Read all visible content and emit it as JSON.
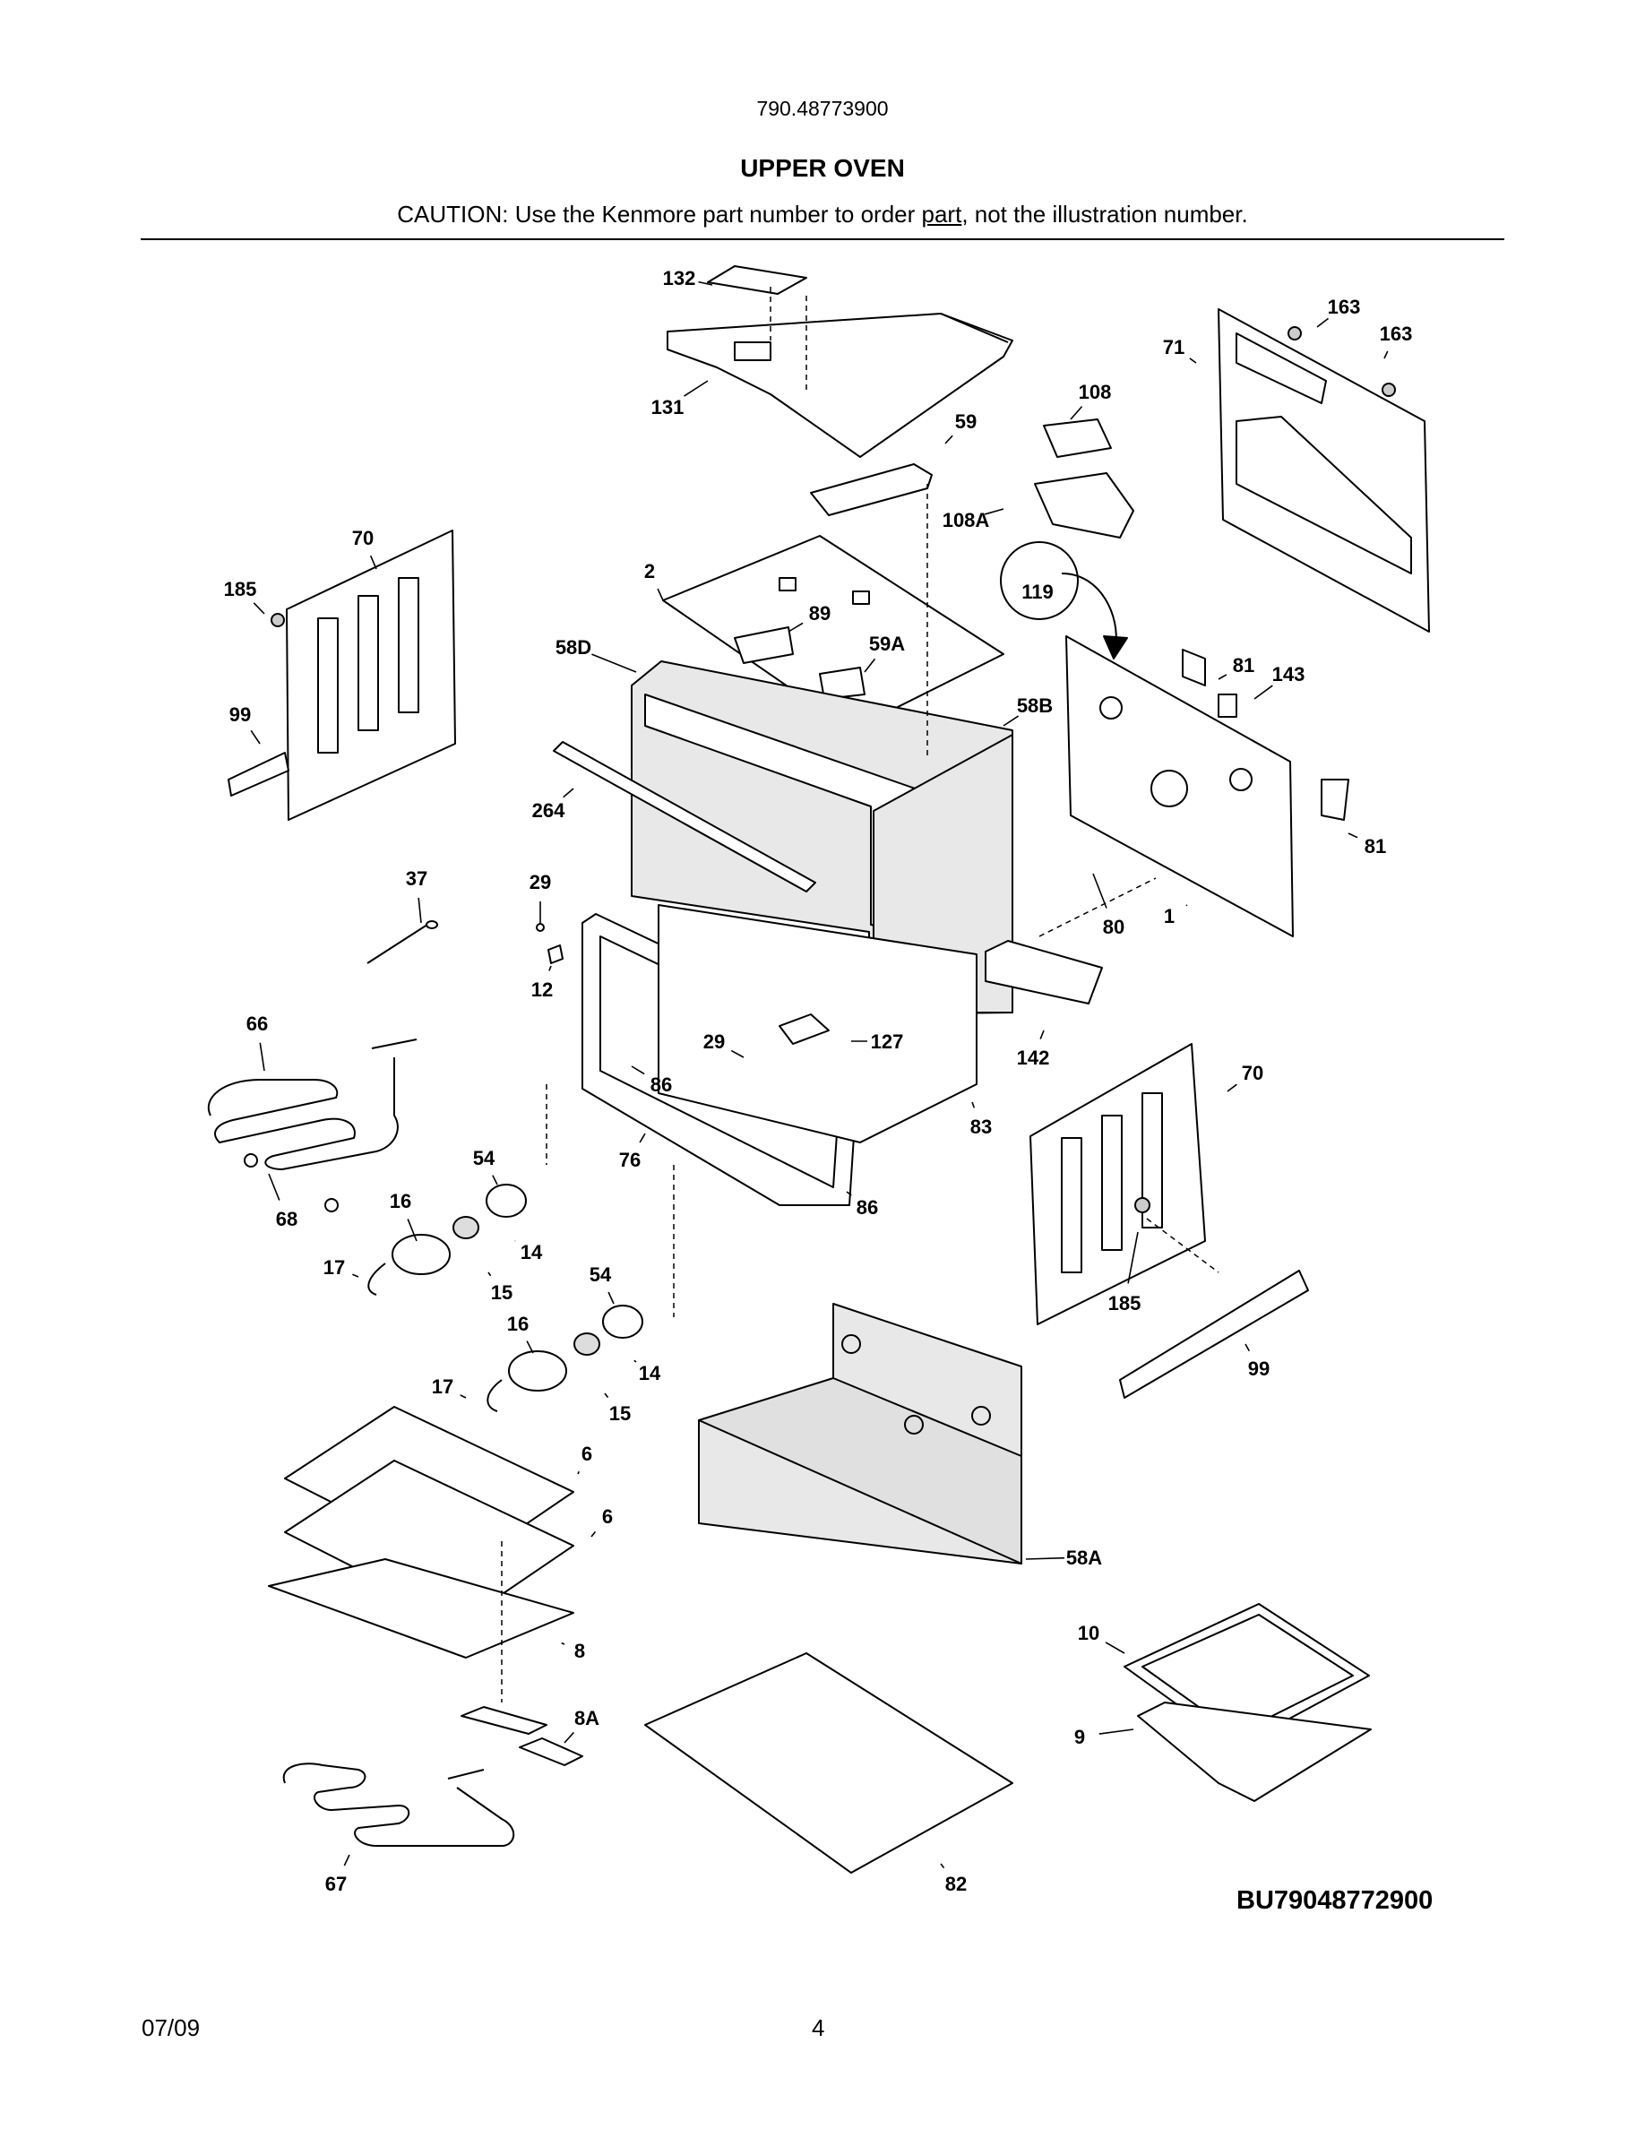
{
  "header": {
    "model_number": "790.48773900",
    "title": "UPPER OVEN",
    "caution_before": "CAUTION: Use the Kenmore part number to order ",
    "caution_underlined": "part",
    "caution_after": ", not the illustration number."
  },
  "diagram": {
    "callouts": [
      "132",
      "131",
      "59",
      "108",
      "108A",
      "119",
      "71",
      "163",
      "163",
      "70",
      "185",
      "99",
      "2",
      "89",
      "58D",
      "59A",
      "58B",
      "81",
      "143",
      "81",
      "264",
      "1",
      "80",
      "37",
      "29",
      "12",
      "66",
      "29",
      "127",
      "142",
      "86",
      "83",
      "76",
      "86",
      "70",
      "54",
      "16",
      "14",
      "17",
      "15",
      "68",
      "185",
      "99",
      "54",
      "16",
      "14",
      "17",
      "15",
      "6",
      "6",
      "58A",
      "8",
      "10",
      "8A",
      "9",
      "67",
      "82"
    ]
  },
  "footer": {
    "diagram_code": "BU79048772900",
    "date": "07/09",
    "page_number": "4"
  }
}
